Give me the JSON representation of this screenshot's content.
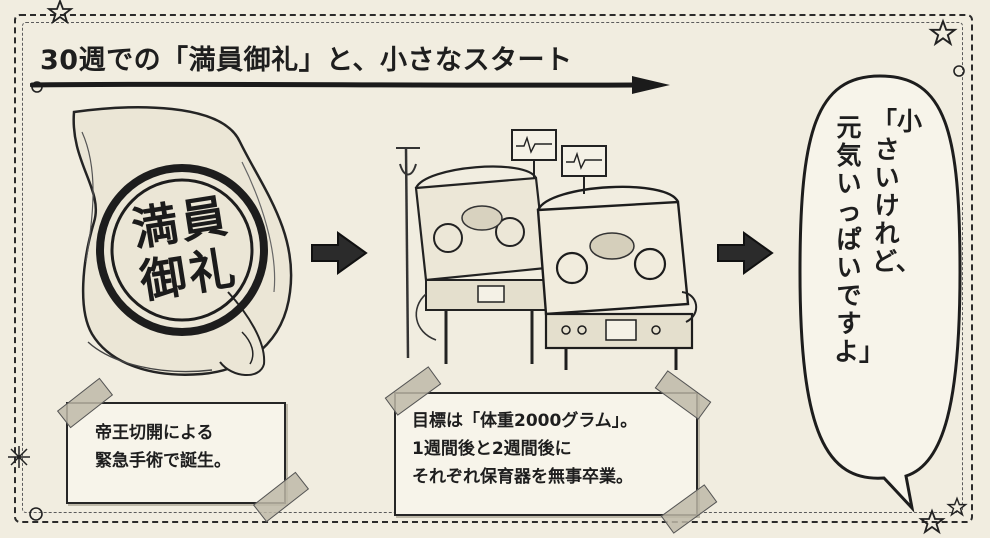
{
  "title": "30週での「満員御礼」と、小さなスタート",
  "stamp": {
    "line1": "満員",
    "line2": "御礼"
  },
  "caption_birth": {
    "line1": "帝王切開による",
    "line2": "緊急手術で誕生。"
  },
  "caption_goal": {
    "line1": "目標は「体重2000グラム」。",
    "line2": "1週間後と2週間後に",
    "line3": "それぞれ保育器を無事卒業。"
  },
  "speech_bubble": {
    "column1": "「小さいけれど、",
    "column2": "元気いっぱいですよ」"
  },
  "icons": [
    "star-icon",
    "circle-doodle-icon",
    "arrow-right-icon",
    "incubator-icon",
    "monitor-icon",
    "tape-icon"
  ],
  "colors": {
    "paper": "#f1ede0",
    "ink": "#1e1e1e",
    "caption_bg": "#f7f4ea",
    "tape": "#bdb8a8"
  }
}
